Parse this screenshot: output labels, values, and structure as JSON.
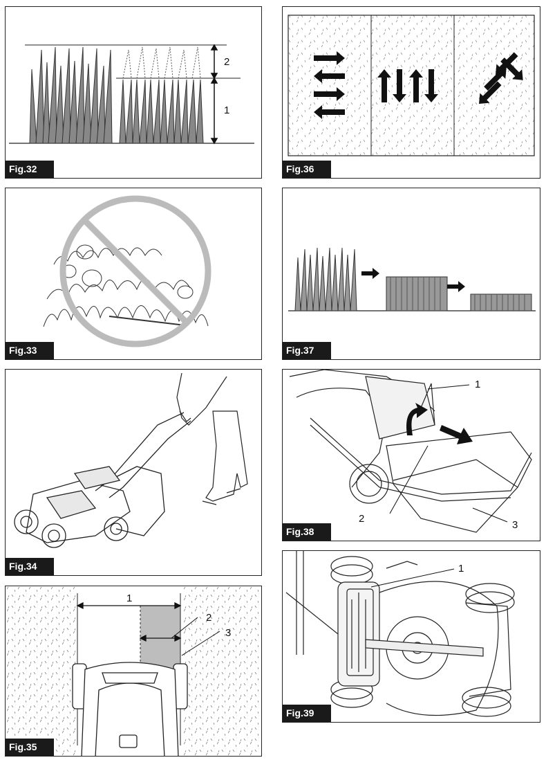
{
  "figures": {
    "fig32": {
      "label": "Fig.32",
      "callouts": [
        "2",
        "1"
      ]
    },
    "fig33": {
      "label": "Fig.33"
    },
    "fig34": {
      "label": "Fig.34"
    },
    "fig35": {
      "label": "Fig.35",
      "callouts": [
        "1",
        "2",
        "3"
      ]
    },
    "fig36": {
      "label": "Fig.36"
    },
    "fig37": {
      "label": "Fig.37"
    },
    "fig38": {
      "label": "Fig.38",
      "callouts": [
        "1",
        "2",
        "3"
      ]
    },
    "fig39": {
      "label": "Fig.39",
      "callouts": [
        "1"
      ]
    }
  }
}
